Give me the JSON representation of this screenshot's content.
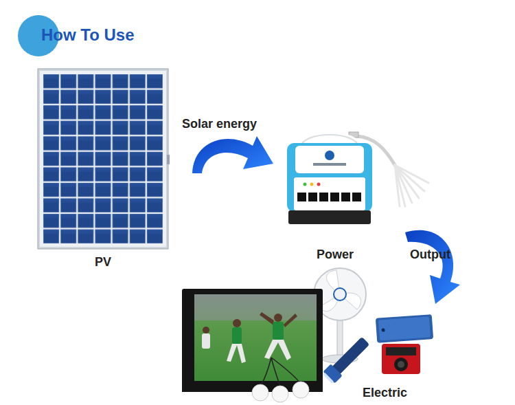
{
  "diagram": {
    "title": "How To Use",
    "nodes": [
      {
        "text": [
          "PV"
        ]
      }
    ],
    "labels": [
      "Solar energy",
      "Power",
      "Output",
      "Electric"
    ]
  }
}
